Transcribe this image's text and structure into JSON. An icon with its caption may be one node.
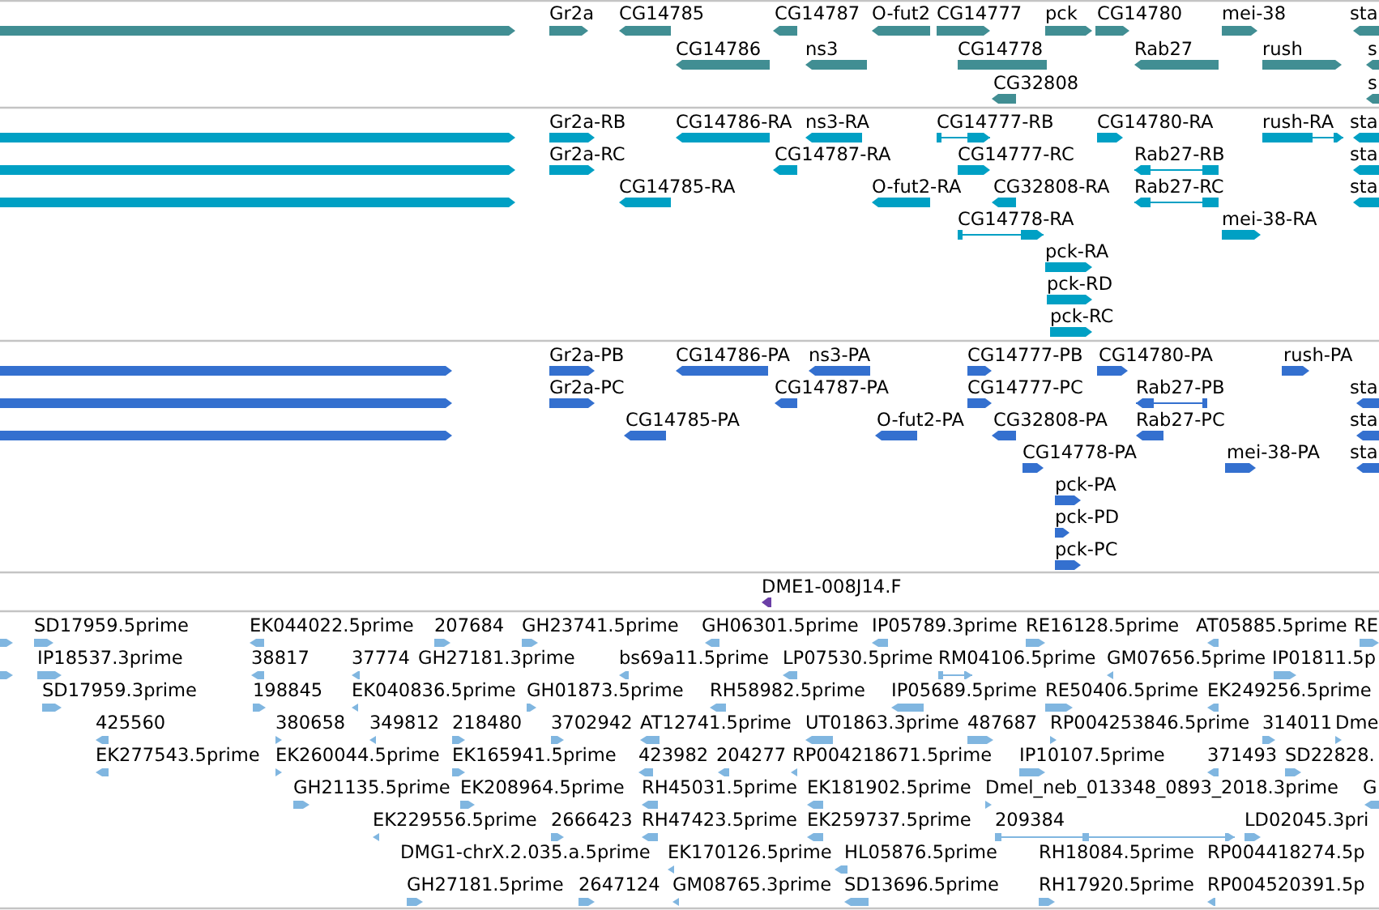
{
  "diagram": {
    "labels": [
      "Gr2a",
      "CG14785",
      "CG14787",
      "O-fut2",
      "CG14777",
      "pck",
      "CG14780",
      "mei-38",
      "sta",
      "CG14786",
      "ns3",
      "CG14778",
      "Rab27",
      "rush",
      "s",
      "CG32808",
      "s",
      "Gr2a-RB",
      "CG14786-RA",
      "ns3-RA",
      "CG14777-RB",
      "CG14780-RA",
      "rush-RA",
      "sta",
      "Gr2a-RC",
      "CG14787-RA",
      "CG14777-RC",
      "Rab27-RB",
      "sta",
      "CG14785-RA",
      "O-fut2-RA",
      "CG32808-RA",
      "Rab27-RC",
      "sta",
      "CG14778-RA",
      "mei-38-RA",
      "pck-RA",
      "pck-RD",
      "pck-RC",
      "Gr2a-PB",
      "CG14786-PA",
      "ns3-PA",
      "CG14777-PB",
      "CG14780-PA",
      "rush-PA",
      "Gr2a-PC",
      "CG14787-PA",
      "CG14777-PC",
      "Rab27-PB",
      "sta",
      "CG14785-PA",
      "O-fut2-PA",
      "CG32808-PA",
      "Rab27-PC",
      "sta",
      "CG14778-PA",
      "mei-38-PA",
      "sta",
      "pck-PA",
      "pck-PD",
      "pck-PC",
      "DME1-008J14.F",
      "SD17959.5prime",
      "EK044022.5prime",
      "207684",
      "GH23741.5prime",
      "GH06301.5prime",
      "IP05789.3prime",
      "RE16128.5prime",
      "AT05885.5prime",
      "RE",
      "IP18537.3prime",
      "38817",
      "37774",
      "GH27181.3prime",
      "bs69a11.5prime",
      "LP07530.5prime",
      "RM04106.5prime",
      "GM07656.5prime",
      "IP01811.5p",
      "SD17959.3prime",
      "198845",
      "EK040836.5prime",
      "GH01873.5prime",
      "RH58982.5prime",
      "IP05689.5prime",
      "RE50406.5prime",
      "EK249256.5prime",
      "425560",
      "380658",
      "349812",
      "218480",
      "3702942",
      "AT12741.5prime",
      "UT01863.3prime",
      "487687",
      "RP004253846.5prime",
      "314011",
      "Dme",
      "EK277543.5prime",
      "EK260044.5prime",
      "EK165941.5prime",
      "423982",
      "204277",
      "RP004218671.5prime",
      "IP10107.5prime",
      "371493",
      "SD22828.",
      "GH21135.5prime",
      "EK208964.5prime",
      "RH45031.5prime",
      "EK181902.5prime",
      "Dmel_neb_013348_0893_2018.3prime",
      "G",
      "EK229556.5prime",
      "2666423",
      "RH47423.5prime",
      "EK259737.5prime",
      "209384",
      "LD02045.3pri",
      "DMG1-chrX.2.035.a.5prime",
      "EK170126.5prime",
      "HL05876.5prime",
      "RH18084.5prime",
      "RP004418274.5p",
      "GH27181.5prime",
      "2647124",
      "GM08765.3prime",
      "SD13696.5prime",
      "RH17920.5prime",
      "RP004520391.5p"
    ]
  }
}
